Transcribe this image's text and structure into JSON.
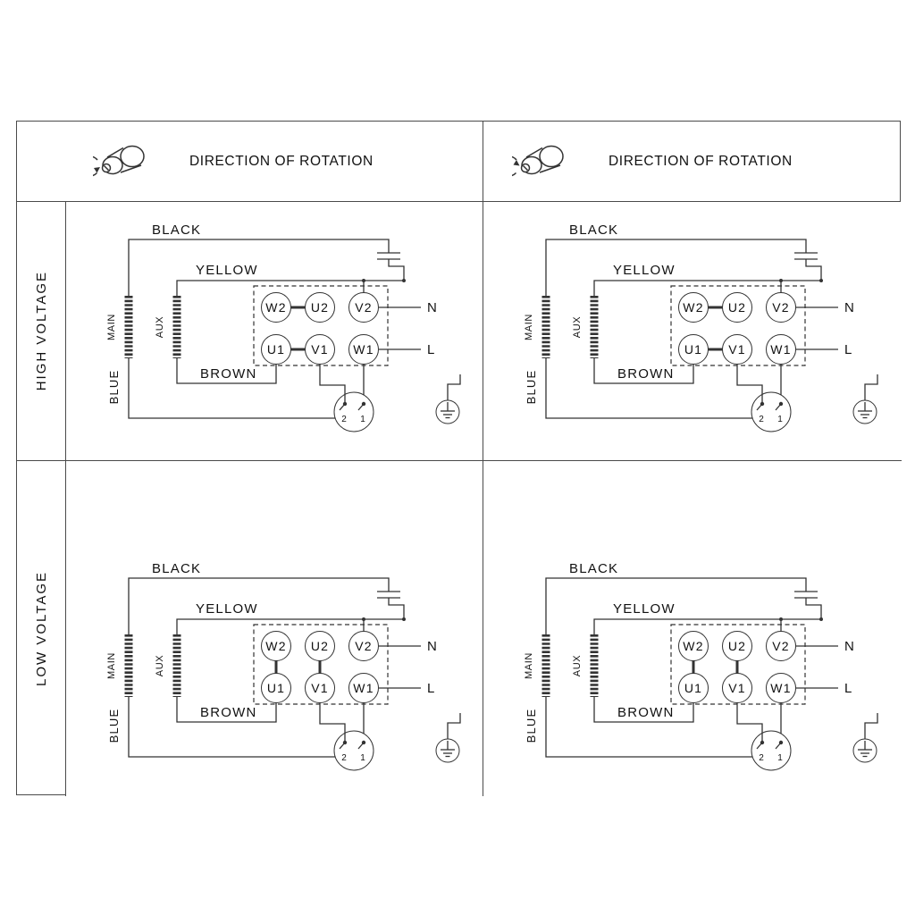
{
  "header": {
    "cells": [
      {
        "title": "DIRECTION OF ROTATION",
        "icon": "motor-rotation-ccw-icon"
      },
      {
        "title": "DIRECTION OF ROTATION",
        "icon": "motor-rotation-cw-icon"
      }
    ]
  },
  "row_labels": {
    "top": "HIGH VOLTAGE",
    "bottom": "LOW VOLTAGE"
  },
  "wiring": {
    "labels": {
      "black": "BLACK",
      "yellow": "YELLOW",
      "brown": "BROWN",
      "blue": "BLUE",
      "main": "MAIN",
      "aux": "AUX",
      "neutral": "N",
      "line": "L"
    },
    "terminals": {
      "top": [
        "W2",
        "U2",
        "V2"
      ],
      "bottom": [
        "U1",
        "V1",
        "W1"
      ]
    },
    "thermal_pins": [
      "2",
      "1"
    ]
  },
  "quadrants": [
    {
      "name": "high-voltage-rotation-left",
      "links": [
        [
          "W2",
          "U2"
        ],
        [
          "U1",
          "V1"
        ]
      ]
    },
    {
      "name": "high-voltage-rotation-right",
      "links": [
        [
          "W2",
          "U2"
        ],
        [
          "U1",
          "V1"
        ]
      ]
    },
    {
      "name": "low-voltage-rotation-left",
      "links": [
        [
          "W2",
          "U1"
        ],
        [
          "U2",
          "V1"
        ]
      ]
    },
    {
      "name": "low-voltage-rotation-right",
      "links": [
        [
          "W2",
          "U1"
        ],
        [
          "U2",
          "V1"
        ]
      ]
    }
  ],
  "colors": {
    "line_color": "#333333",
    "text_color": "#111111",
    "border_color": "#4a4a4a",
    "background": "#ffffff"
  }
}
